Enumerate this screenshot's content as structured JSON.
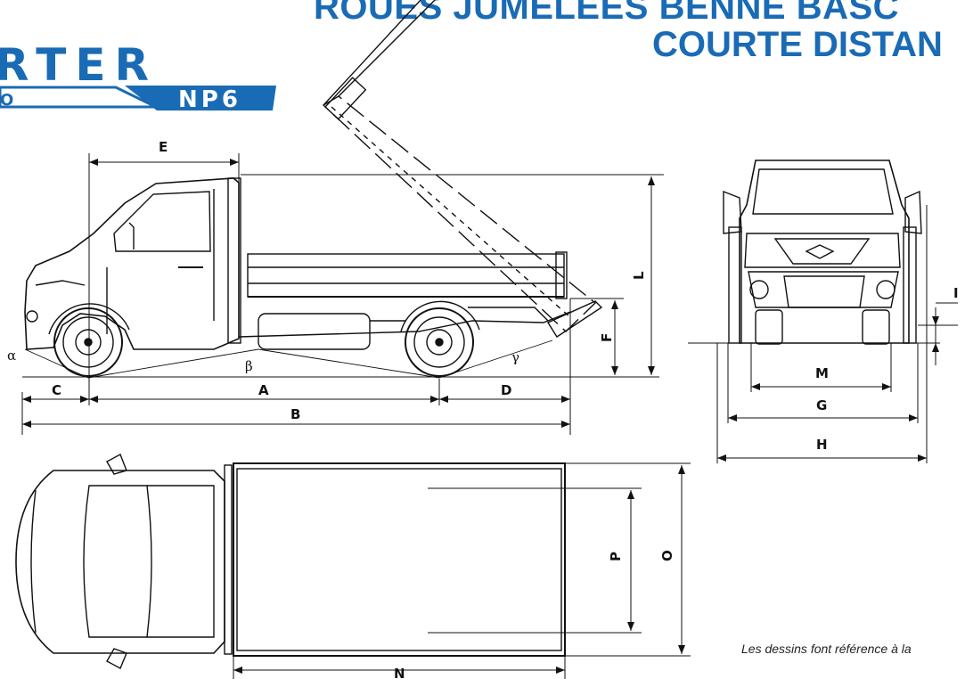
{
  "header": {
    "title_line1": "ROUES JUMELEES BENNE BASC",
    "title_line2": "COURTE DISTAN",
    "title_color": "#1a6bb5"
  },
  "logo": {
    "brand_text": "RTER",
    "subtext_left": "O",
    "badge_text": "NP6",
    "color": "#1a6bb5"
  },
  "dimensions": {
    "A": "A",
    "B": "B",
    "C": "C",
    "D": "D",
    "E": "E",
    "F": "F",
    "G": "G",
    "H": "H",
    "I": "I",
    "L": "L",
    "M": "M",
    "N": "N",
    "O": "O",
    "P": "P"
  },
  "angles": {
    "alpha": "α",
    "beta": "β",
    "gamma": "γ"
  },
  "footnote": "Les dessins font référence à la"
}
